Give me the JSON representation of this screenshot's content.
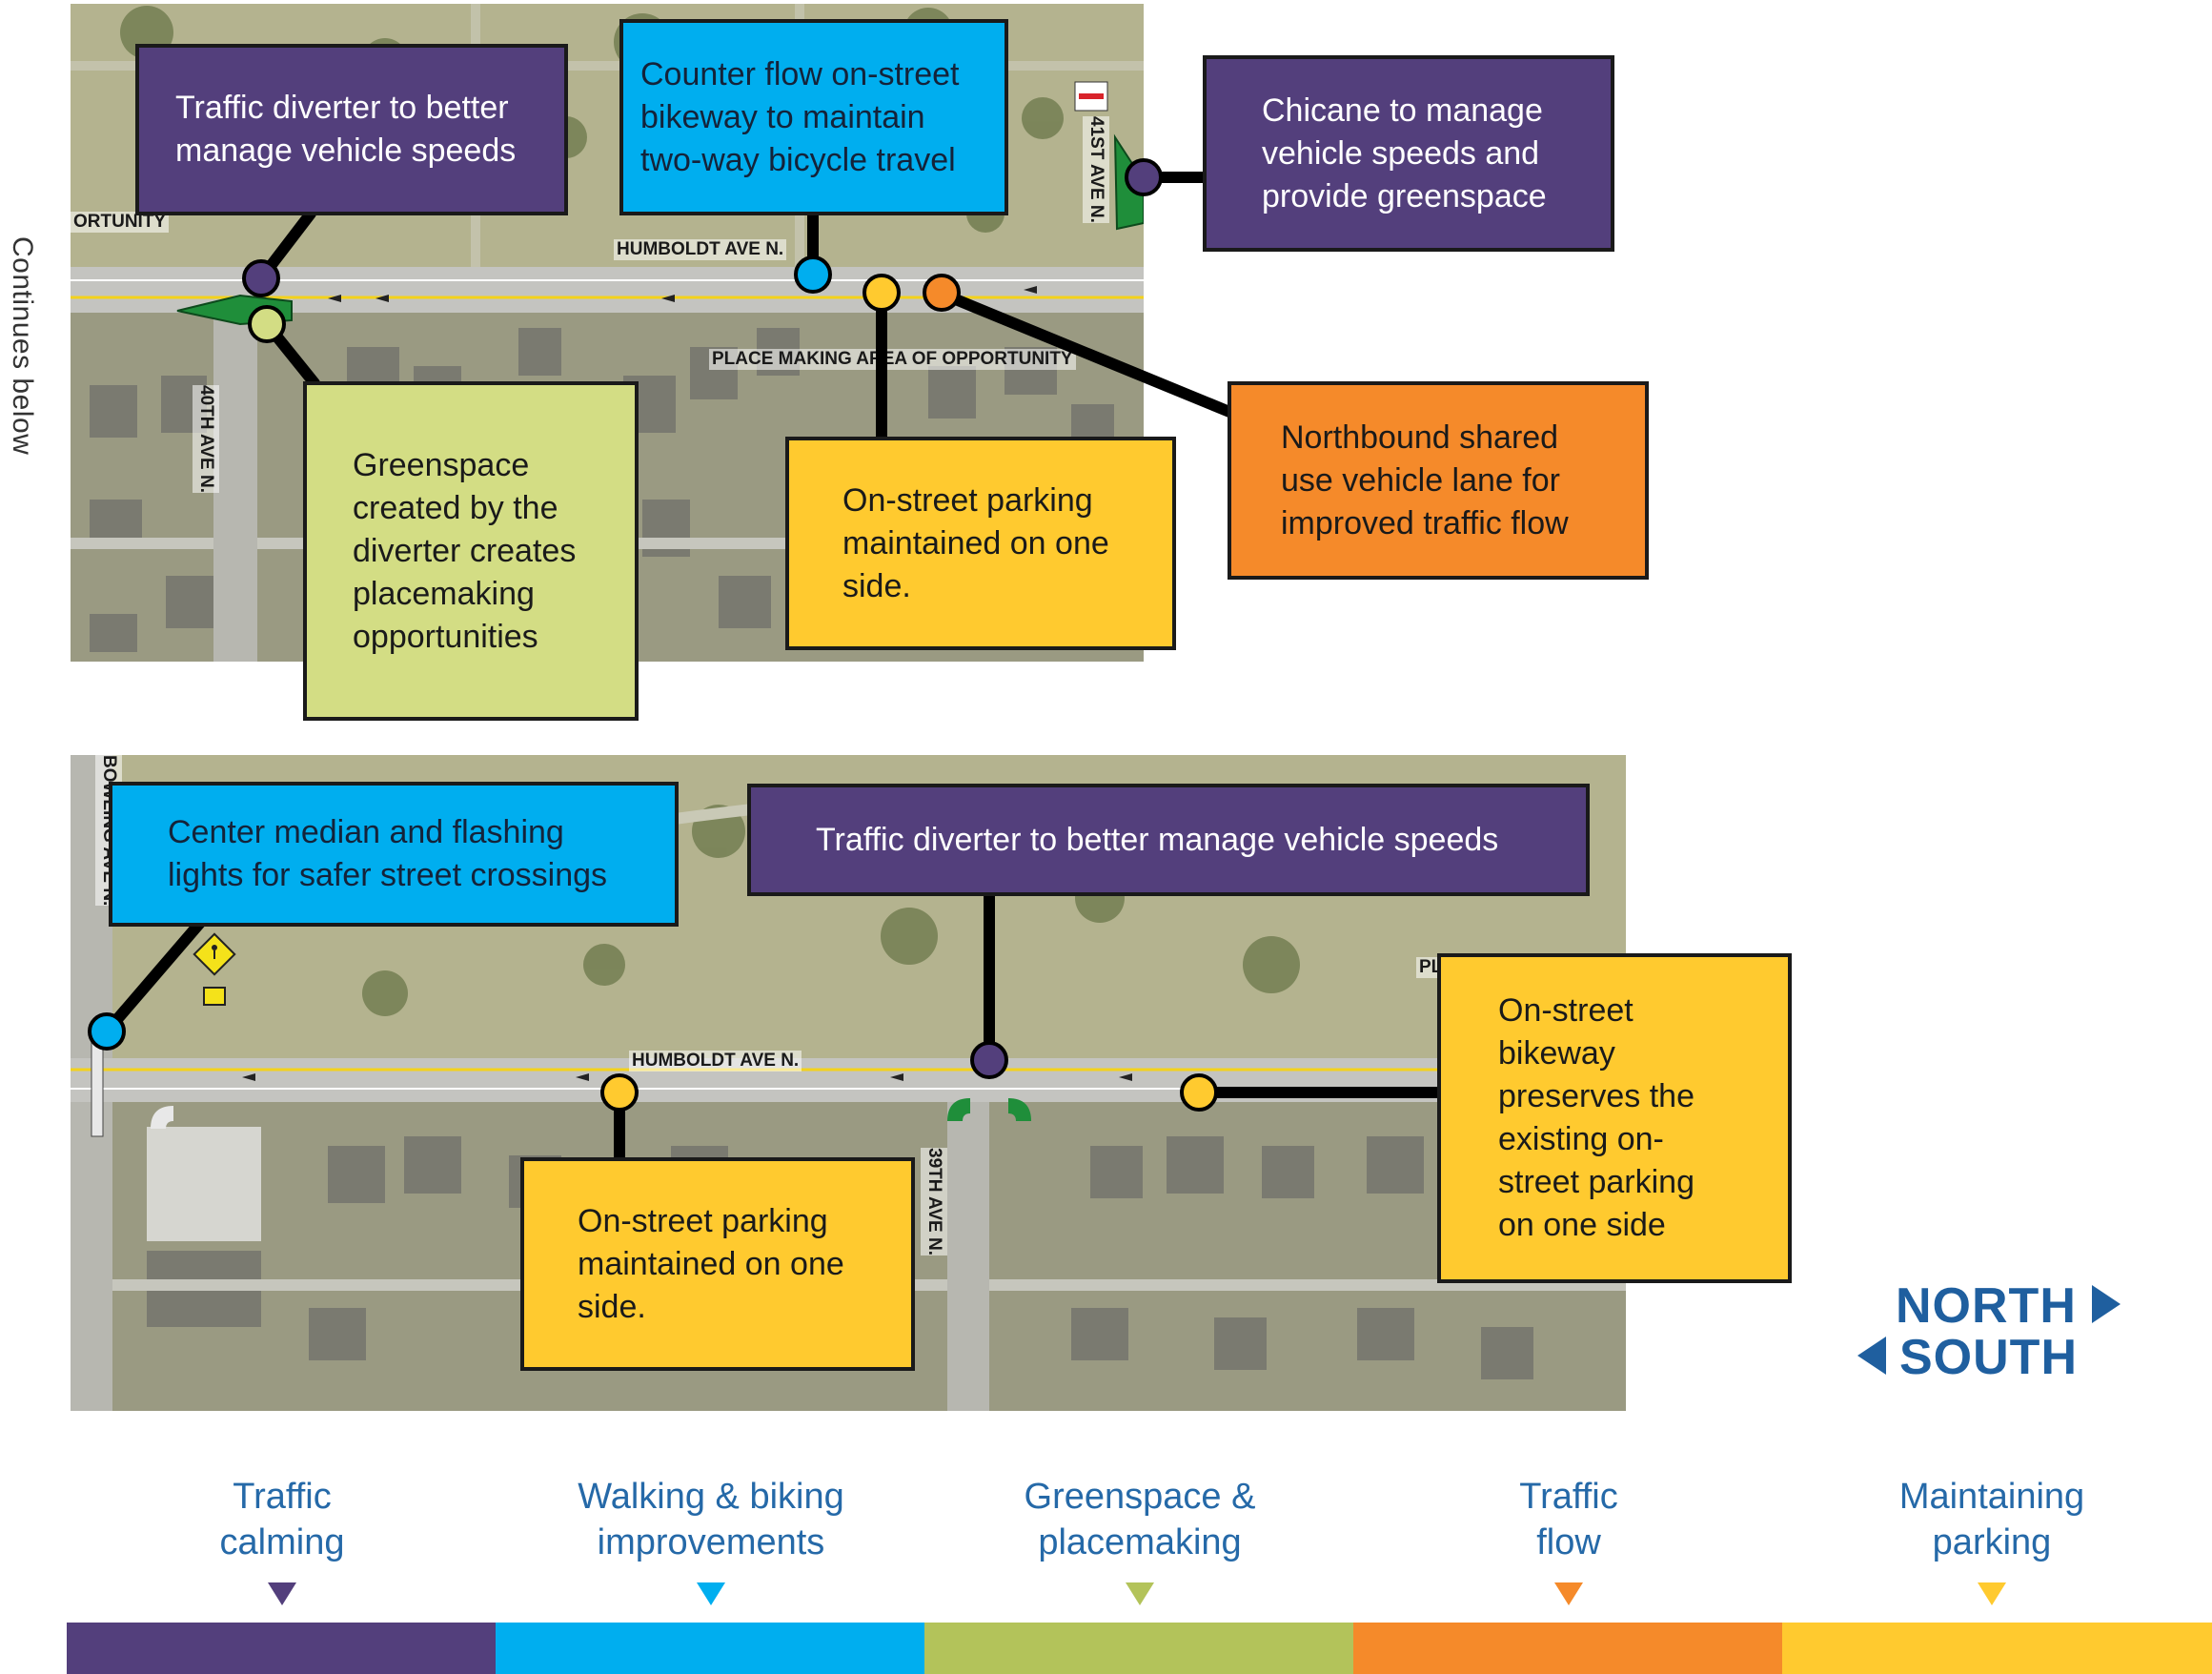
{
  "side_note": "Continues below",
  "top_map": {
    "street_labels": {
      "opportunity_fragment": "ORTUNITY",
      "humboldt": "HUMBOLDT AVE N.",
      "placemaking": "PLACE MAKING AREA OF OPPORTUNITY",
      "ave40": "40TH AVE N.",
      "ave41": "41ST AVE N.",
      "do_not_enter": "DO NOT ENTER"
    },
    "callouts": {
      "diverter": "Traffic diverter to better manage vehicle speeds",
      "counterflow": "Counter flow on-street bikeway to maintain two-way bicycle travel",
      "chicane": "Chicane to manage vehicle speeds and provide greenspace",
      "greenspace": "Greenspace created by the diverter creates placemaking opportunities",
      "parking": "On-street parking maintained on one side.",
      "northbound": "Northbound shared use vehicle lane for improved traffic flow"
    }
  },
  "bottom_map": {
    "street_labels": {
      "bowling": "BOWLING AVE N.",
      "humboldt": "HUMBOLDT AVE N.",
      "ave39": "39TH AVE N.",
      "pl_fragment": "PL"
    },
    "callouts": {
      "median": "Center median and flashing lights for safer street crossings",
      "diverter": "Traffic diverter to better manage vehicle speeds",
      "parking": "On-street parking maintained on one side.",
      "bikeway": "On-street bikeway preserves the existing on-street parking on one side"
    }
  },
  "compass": {
    "north": "NORTH",
    "south": "SOUTH",
    "color": "#1f5f9f"
  },
  "legend": [
    {
      "label_line1": "Traffic",
      "label_line2": "calming",
      "color": "#533f7c"
    },
    {
      "label_line1": "Walking & biking",
      "label_line2": "improvements",
      "color": "#00aeef"
    },
    {
      "label_line1": "Greenspace &",
      "label_line2": "placemaking",
      "color": "#b3c35a"
    },
    {
      "label_line1": "Traffic",
      "label_line2": "flow",
      "color": "#f58a2a"
    },
    {
      "label_line1": "Maintaining",
      "label_line2": "parking",
      "color": "#ffca2f"
    }
  ],
  "colors": {
    "traffic_calming": "#533f7c",
    "walking_biking": "#00aeef",
    "greenspace": "#d3dd84",
    "traffic_flow": "#f58a2a",
    "parking": "#ffca2f"
  }
}
